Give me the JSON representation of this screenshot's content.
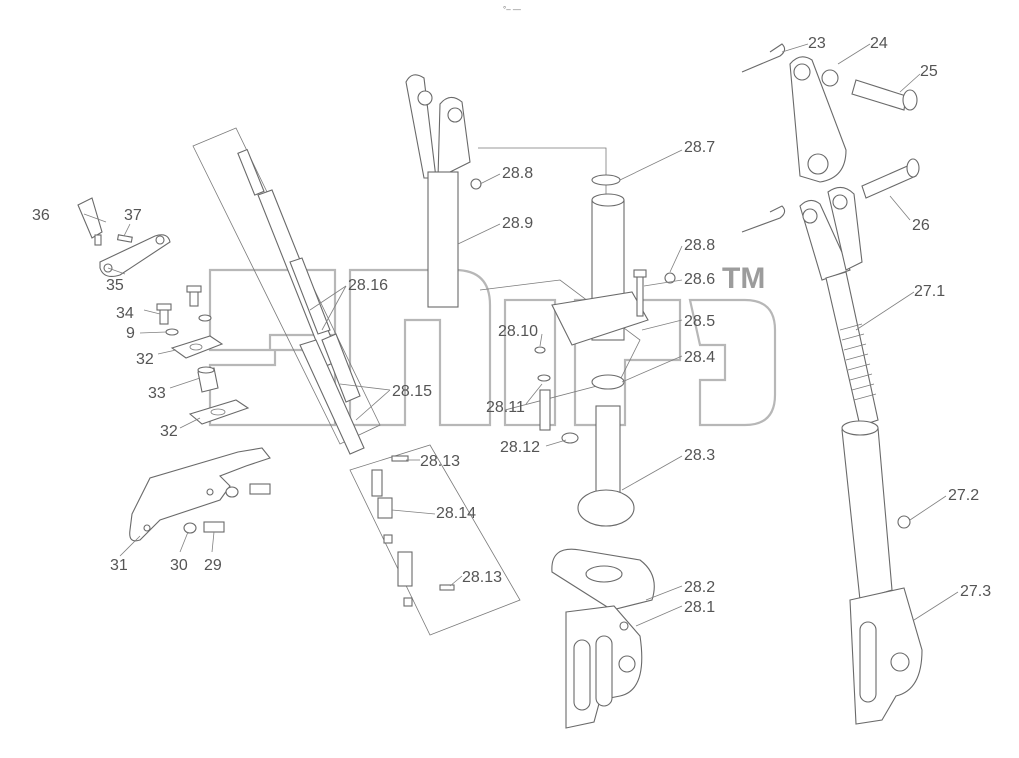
{
  "top_mark": "°– —",
  "watermark": {
    "tm": "TM"
  },
  "callouts": [
    {
      "id": "c-23",
      "text": "23"
    },
    {
      "id": "c-24",
      "text": "24"
    },
    {
      "id": "c-25",
      "text": "25"
    },
    {
      "id": "c-26",
      "text": "26"
    },
    {
      "id": "c-27-1",
      "text": "27.1"
    },
    {
      "id": "c-27-2",
      "text": "27.2"
    },
    {
      "id": "c-27-3",
      "text": "27.3"
    },
    {
      "id": "c-28-1",
      "text": "28.1"
    },
    {
      "id": "c-28-2",
      "text": "28.2"
    },
    {
      "id": "c-28-3",
      "text": "28.3"
    },
    {
      "id": "c-28-4",
      "text": "28.4"
    },
    {
      "id": "c-28-5",
      "text": "28.5"
    },
    {
      "id": "c-28-6",
      "text": "28.6"
    },
    {
      "id": "c-28-7",
      "text": "28.7"
    },
    {
      "id": "c-28-8a",
      "text": "28.8"
    },
    {
      "id": "c-28-8b",
      "text": "28.8"
    },
    {
      "id": "c-28-9",
      "text": "28.9"
    },
    {
      "id": "c-28-10",
      "text": "28.10"
    },
    {
      "id": "c-28-11",
      "text": "28.11"
    },
    {
      "id": "c-28-12",
      "text": "28.12"
    },
    {
      "id": "c-28-13a",
      "text": "28.13"
    },
    {
      "id": "c-28-13b",
      "text": "28.13"
    },
    {
      "id": "c-28-14",
      "text": "28.14"
    },
    {
      "id": "c-28-15",
      "text": "28.15"
    },
    {
      "id": "c-28-16",
      "text": "28.16"
    },
    {
      "id": "c-29",
      "text": "29"
    },
    {
      "id": "c-30",
      "text": "30"
    },
    {
      "id": "c-31",
      "text": "31"
    },
    {
      "id": "c-32a",
      "text": "32"
    },
    {
      "id": "c-32b",
      "text": "32"
    },
    {
      "id": "c-33",
      "text": "33"
    },
    {
      "id": "c-34",
      "text": "34"
    },
    {
      "id": "c-35",
      "text": "35"
    },
    {
      "id": "c-36",
      "text": "36"
    },
    {
      "id": "c-37",
      "text": "37"
    },
    {
      "id": "c-9",
      "text": "9"
    }
  ]
}
